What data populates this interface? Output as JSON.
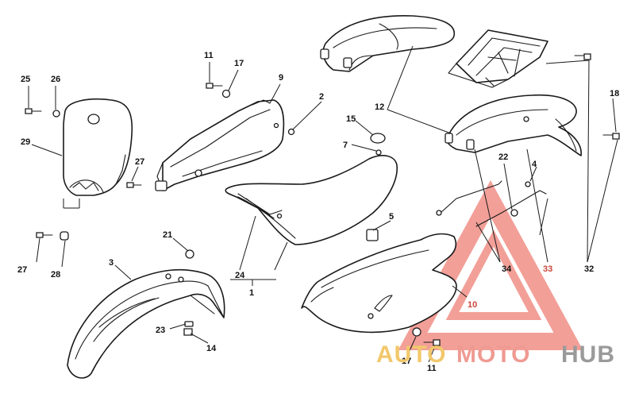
{
  "labels": {
    "n1": "1",
    "n2": "2",
    "n3": "3",
    "n4": "4",
    "n5": "5",
    "n7": "7",
    "n9": "9",
    "n10": "10",
    "n11a": "11",
    "n11b": "11",
    "n12": "12",
    "n14": "14",
    "n15": "15",
    "n17a": "17",
    "n17b": "17",
    "n18": "18",
    "n21": "21",
    "n22": "22",
    "n23": "23",
    "n24": "24",
    "n25": "25",
    "n26": "26",
    "n27a": "27",
    "n27b": "27",
    "n28": "28",
    "n29": "29",
    "n32": "32",
    "n33": "33",
    "n34": "34"
  },
  "watermark": {
    "auto": "AUTO",
    "moto": "MOTO",
    "hub": "HUB",
    "colors": {
      "auto": "#f2c86b",
      "moto": "#ef9a92",
      "hub": "#9a9a9a",
      "triangle": "#f08f87"
    }
  },
  "colors": {
    "line": "#1a1a1a",
    "highlight_label": "#c8473c",
    "background": "#ffffff"
  }
}
